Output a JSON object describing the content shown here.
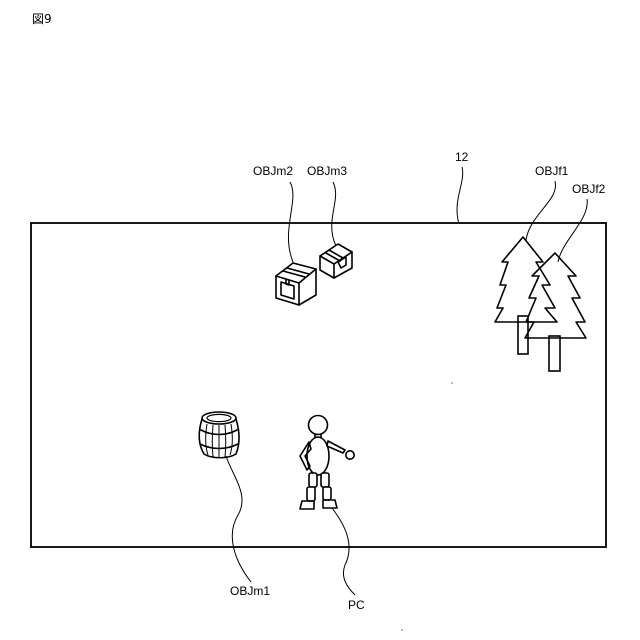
{
  "figure_label": "図9",
  "labels": {
    "screen": "12",
    "box_a": "OBJm2",
    "box_b": "OBJm3",
    "tree_a": "OBJf1",
    "tree_b": "OBJf2",
    "barrel": "OBJm1",
    "character": "PC"
  }
}
